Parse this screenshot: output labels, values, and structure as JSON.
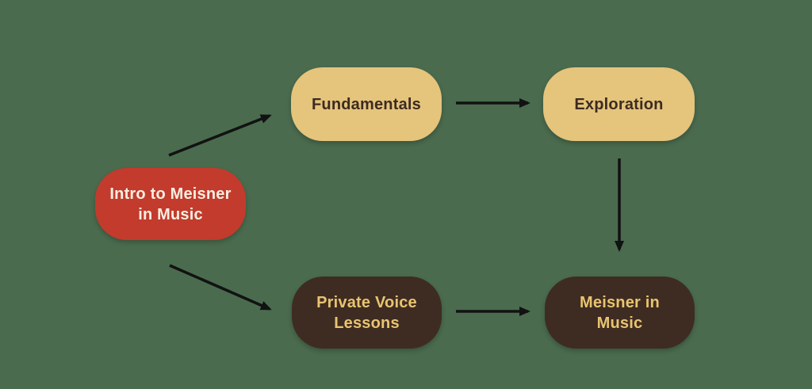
{
  "canvas": {
    "background_color": "#4a6b4e",
    "arrow_color": "#121212"
  },
  "diagram": {
    "type": "flowchart",
    "nodes": [
      {
        "id": "intro",
        "label": "Intro to Meisner in Music",
        "fill": "#c23b2d",
        "text_color": "#f6efe2"
      },
      {
        "id": "fundamentals",
        "label": "Fundamentals",
        "fill": "#e5c47c",
        "text_color": "#3c2b21"
      },
      {
        "id": "exploration",
        "label": "Exploration",
        "fill": "#e5c47c",
        "text_color": "#3c2b21"
      },
      {
        "id": "private",
        "label": "Private Voice Lessons",
        "fill": "#3e2c23",
        "text_color": "#e9c470"
      },
      {
        "id": "meisner",
        "label": "Meisner in Music",
        "fill": "#3e2c23",
        "text_color": "#e9c470"
      }
    ],
    "edges": [
      {
        "from": "intro",
        "to": "fundamentals"
      },
      {
        "from": "fundamentals",
        "to": "exploration"
      },
      {
        "from": "exploration",
        "to": "meisner"
      },
      {
        "from": "intro",
        "to": "private"
      },
      {
        "from": "private",
        "to": "meisner"
      }
    ]
  }
}
